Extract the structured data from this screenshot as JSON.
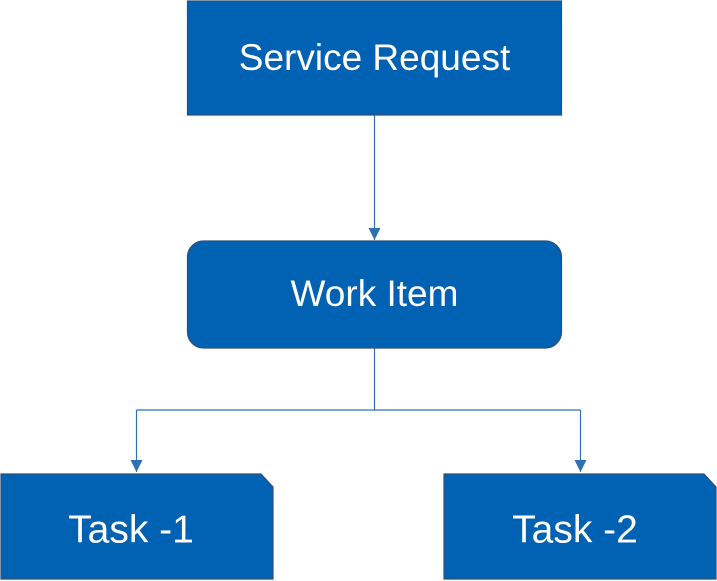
{
  "diagram": {
    "nodes": {
      "service_request": {
        "label": "Service Request"
      },
      "work_item": {
        "label": "Work Item"
      },
      "task_1": {
        "label": "Task -1"
      },
      "task_2": {
        "label": "Task -2"
      }
    },
    "colors": {
      "node_fill": "#0161B2",
      "node_stroke": "#2D4F7A",
      "connector": "#2E6FB5",
      "text": "#FFFFFF"
    }
  }
}
